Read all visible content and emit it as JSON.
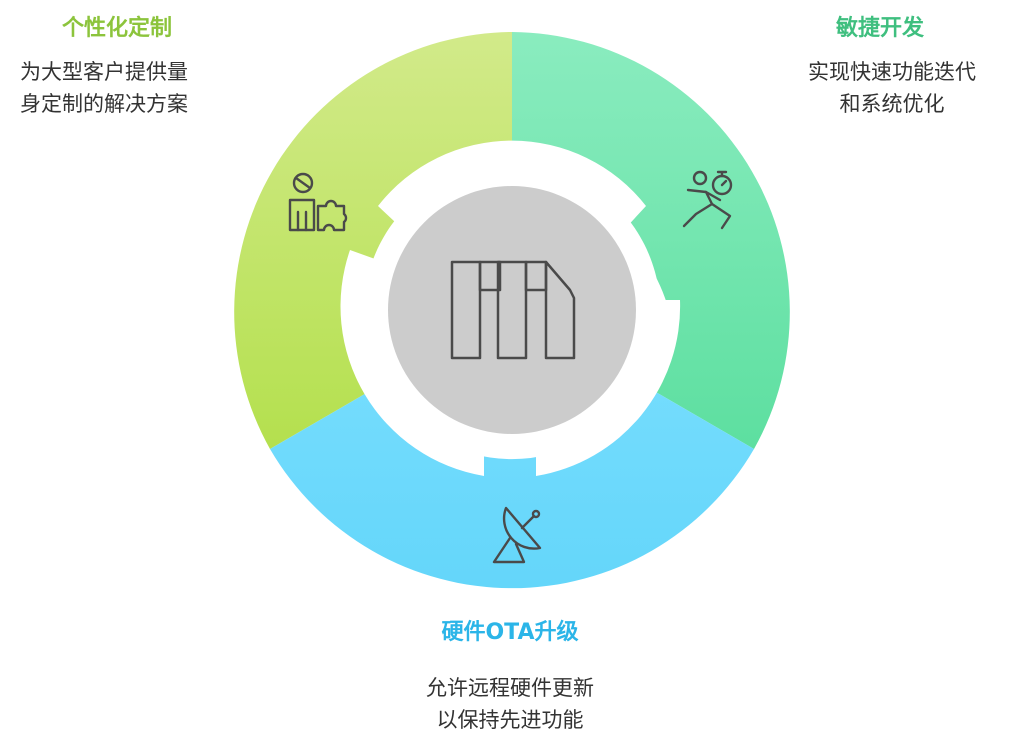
{
  "colors": {
    "green": "#c5e57a",
    "green_title": "#8cc43c",
    "teal": "#6fe3ad",
    "teal_title": "#3fbf7f",
    "blue": "#6dd9fb",
    "blue_title": "#2bb5e8",
    "center": "#cfcfcf",
    "icon_stroke": "#4a4a4a"
  },
  "blocks": {
    "custom": {
      "title": "个性化定制",
      "desc": [
        "为大型客户提供量",
        "身定制的解决方案"
      ]
    },
    "agile": {
      "title": "敏捷开发",
      "desc": [
        "实现快速功能迭代",
        "和系统优化"
      ]
    },
    "ota": {
      "title": "硬件OTA升级",
      "desc": [
        "允许远程硬件更新",
        "以保持先进功能"
      ]
    }
  },
  "icons": {
    "center": "logo-icon",
    "custom": "person-puzzle-icon",
    "agile": "runner-stopwatch-icon",
    "ota": "satellite-dish-icon"
  }
}
